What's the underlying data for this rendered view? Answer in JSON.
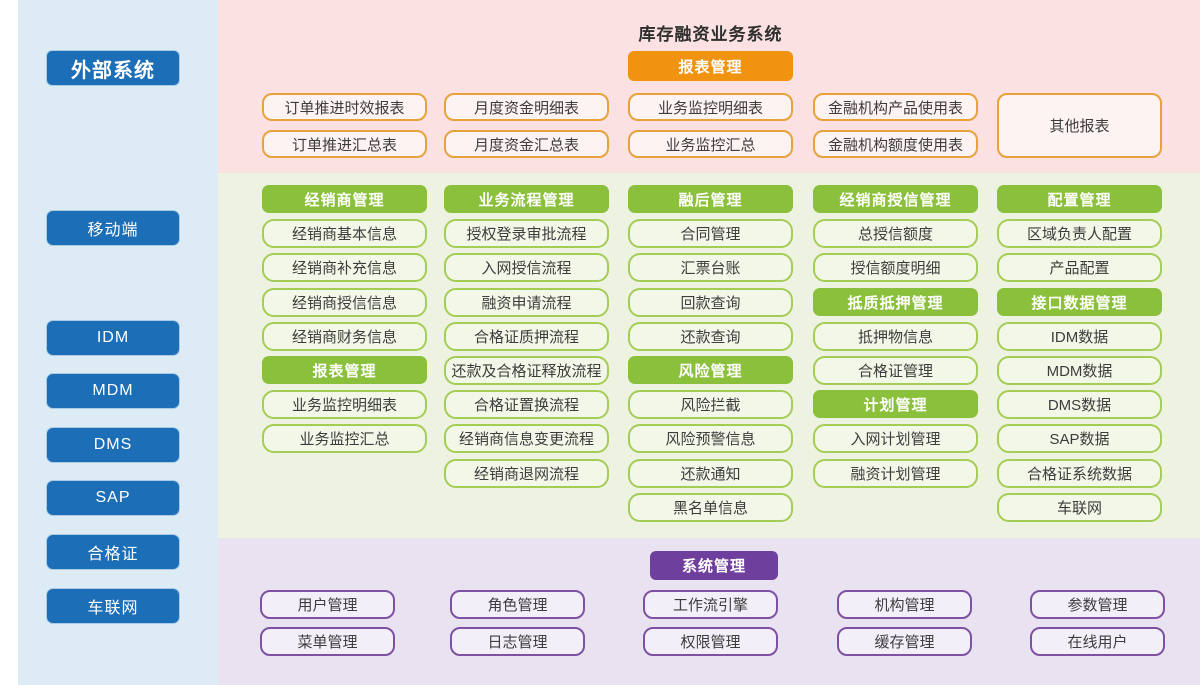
{
  "colors": {
    "sidebar_bg": "#dcebf4",
    "blue_button": "#1c6eb7",
    "pink_panel_bg": "#fbe1e2",
    "pink_item_border": "#e8a23c",
    "orange_header": "#f09311",
    "green_panel_bg": "#eef2e0",
    "green_header": "#8bc03c",
    "green_item_border": "#a4cd55",
    "purple_panel_bg": "#e9e2f0",
    "purple_header": "#6f3f9e",
    "purple_item_border": "#7f51a3",
    "item_text": "#3d3d3d"
  },
  "sidebar": {
    "title": "外部系统",
    "items": [
      "移动端",
      "IDM",
      "MDM",
      "DMS",
      "SAP",
      "合格证",
      "车联网"
    ]
  },
  "main": {
    "title": "库存融资业务系统",
    "reports": {
      "header": "报表管理",
      "rows": [
        [
          "订单推进时效报表",
          "月度资金明细表",
          "业务监控明细表",
          "金融机构产品使用表"
        ],
        [
          "订单推进汇总表",
          "月度资金汇总表",
          "业务监控汇总",
          "金融机构额度使用表"
        ]
      ],
      "tall_item": "其他报表"
    },
    "modules": {
      "columns": [
        {
          "blocks": [
            {
              "header": "经销商管理",
              "items": [
                "经销商基本信息",
                "经销商补充信息",
                "经销商授信信息",
                "经销商财务信息"
              ]
            },
            {
              "header": "报表管理",
              "items": [
                "业务监控明细表",
                "业务监控汇总"
              ]
            }
          ]
        },
        {
          "blocks": [
            {
              "header": "业务流程管理",
              "items": [
                "授权登录审批流程",
                "入网授信流程",
                "融资申请流程",
                "合格证质押流程",
                "还款及合格证释放流程",
                "合格证置换流程",
                "经销商信息变更流程",
                "经销商退网流程"
              ]
            }
          ]
        },
        {
          "blocks": [
            {
              "header": "融后管理",
              "items": [
                "合同管理",
                "汇票台账",
                "回款查询",
                "还款查询"
              ]
            },
            {
              "header": "风险管理",
              "items": [
                "风险拦截",
                "风险预警信息",
                "还款通知",
                "黑名单信息"
              ]
            }
          ]
        },
        {
          "blocks": [
            {
              "header": "经销商授信管理",
              "items": [
                "总授信额度",
                "授信额度明细"
              ]
            },
            {
              "header": "抵质抵押管理",
              "items": [
                "抵押物信息",
                "合格证管理"
              ]
            },
            {
              "header": "计划管理",
              "items": [
                "入网计划管理",
                "融资计划管理"
              ]
            }
          ]
        },
        {
          "blocks": [
            {
              "header": "配置管理",
              "items": [
                "区域负责人配置",
                "产品配置"
              ]
            },
            {
              "header": "接口数据管理",
              "items": [
                "IDM数据",
                "MDM数据",
                "DMS数据",
                "SAP数据",
                "合格证系统数据",
                "车联网"
              ]
            }
          ]
        }
      ]
    },
    "system": {
      "header": "系统管理",
      "rows": [
        [
          "用户管理",
          "角色管理",
          "工作流引擎",
          "机构管理",
          "参数管理"
        ],
        [
          "菜单管理",
          "日志管理",
          "权限管理",
          "缓存管理",
          "在线用户"
        ]
      ]
    }
  }
}
